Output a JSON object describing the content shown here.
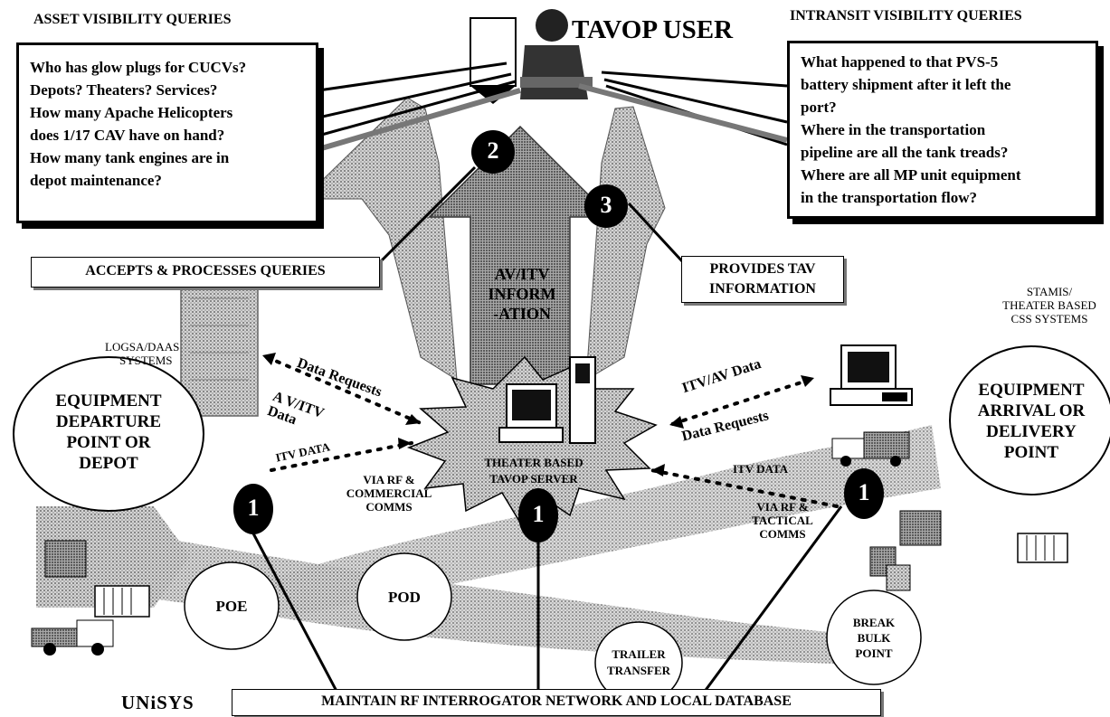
{
  "titles": {
    "asset_visibility": "ASSET VISIBILITY  QUERIES",
    "intransit_visibility": "INTRANSIT VISIBILITY QUERIES",
    "tavop_user": "TAVOP USER"
  },
  "asset_queries": [
    "Who  has glow plugs for CUCVs?",
    "Depots? Theaters? Services?",
    "How many Apache Helicopters",
    "does 1/17 CAV have on hand?",
    "How many tank engines are in",
    "depot  maintenance?"
  ],
  "intransit_queries": [
    "What happened to that PVS-5",
    "battery shipment after it left the",
    "port?",
    "Where in the transportation",
    "pipeline are all the tank treads?",
    "Where are all MP unit equipment",
    " in the transportation flow?"
  ],
  "callouts": {
    "accepts": "ACCEPTS & PROCESSES QUERIES",
    "provides_line1": "PROVIDES TAV",
    "provides_line2": "INFORMATION",
    "maintain": "MAINTAIN RF INTERROGATOR NETWORK AND LOCAL DATABASE"
  },
  "markers": {
    "two": "2",
    "three": "3",
    "one": "1"
  },
  "arrow_text": [
    "AV/ITV",
    "INFORM",
    "-ATION"
  ],
  "server_label": [
    "THEATER BASED",
    "TAVOP SERVER"
  ],
  "logsa": [
    "LOGSA/DAAS",
    "SYSTEMS"
  ],
  "stamis": [
    "STAMIS/",
    "THEATER BASED",
    "CSS SYSTEMS"
  ],
  "flows": {
    "data_requests_left": "Data Requests",
    "av_itv_data_1": "A V/ITV",
    "av_itv_data_2": "Data",
    "itv_av_data": "ITV/AV Data",
    "data_requests_right": "Data Requests",
    "itv_data_left": "ITV  DATA",
    "via_rf_left_1": "VIA RF &",
    "via_rf_left_2": "COMMERCIAL",
    "via_rf_left_3": "COMMS",
    "itv_data_right": "ITV  DATA",
    "via_rf_right_1": "VIA RF &",
    "via_rf_right_2": "TACTICAL",
    "via_rf_right_3": "COMMS"
  },
  "nodes": {
    "departure": [
      "EQUIPMENT",
      "DEPARTURE",
      "POINT OR",
      "DEPOT"
    ],
    "arrival": [
      "EQUIPMENT",
      "ARRIVAL OR",
      "DELIVERY",
      "POINT"
    ],
    "poe": "POE",
    "pod": "POD",
    "trailer": [
      "TRAILER",
      "TRANSFER"
    ],
    "break_bulk": [
      "BREAK",
      "BULK",
      "POINT"
    ]
  },
  "logo": "UNiSYS",
  "colors": {
    "ink": "#000000",
    "halftone": "#b8b8b8",
    "paper": "#ffffff"
  }
}
